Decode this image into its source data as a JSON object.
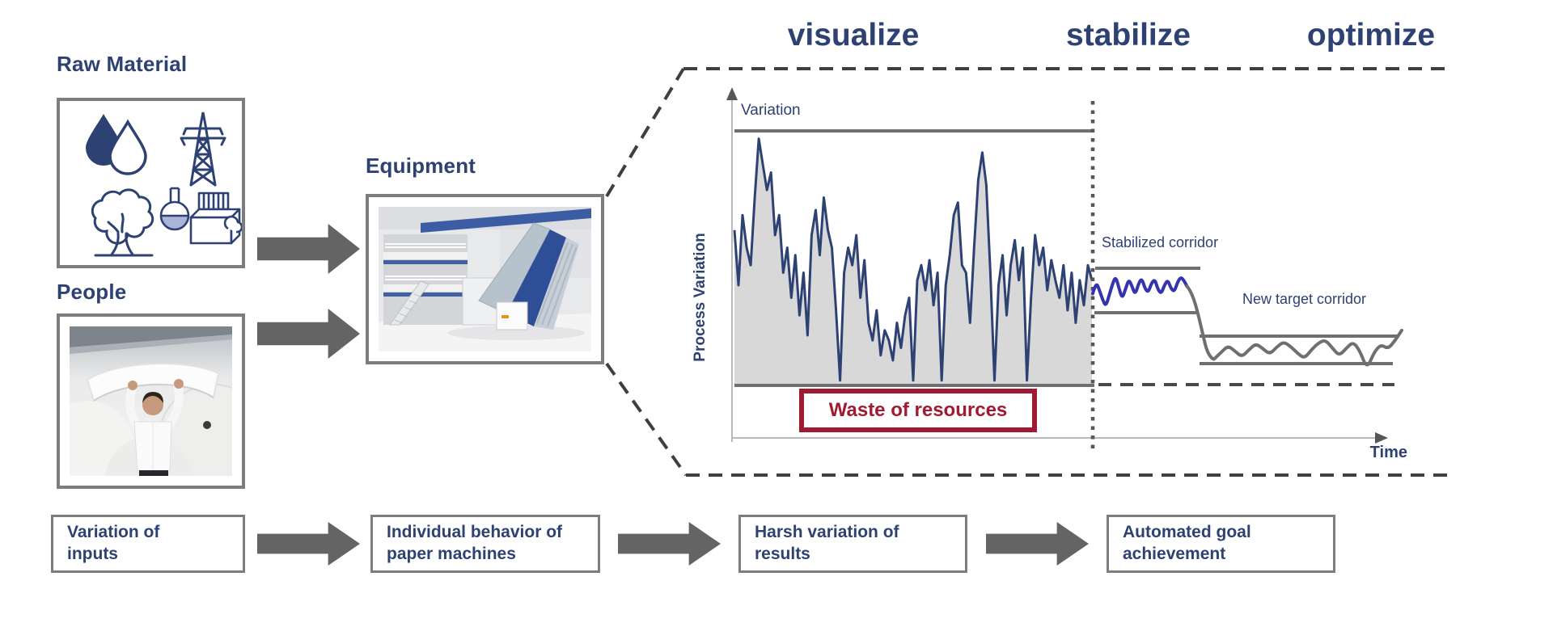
{
  "headings": {
    "raw_material": "Raw Material",
    "people": "People",
    "equipment": "Equipment"
  },
  "phases": [
    {
      "label": "visualize"
    },
    {
      "label": "stabilize"
    },
    {
      "label": "optimize"
    }
  ],
  "chart": {
    "y_axis_label": "Process Variation",
    "x_axis_label": "Time",
    "upper_bound_label": "Variation",
    "stabilized_corridor_label": "Stabilized corridor",
    "new_target_corridor_label": "New target corridor",
    "waste_box_label": "Waste of resources",
    "series": {
      "process_variation": [
        0.62,
        0.4,
        0.68,
        0.55,
        0.48,
        0.75,
        0.985,
        0.88,
        0.78,
        0.85,
        0.6,
        0.68,
        0.45,
        0.55,
        0.35,
        0.52,
        0.28,
        0.45,
        0.2,
        0.6,
        0.7,
        0.52,
        0.75,
        0.62,
        0.55,
        0.3,
        0.02,
        0.45,
        0.55,
        0.48,
        0.6,
        0.35,
        0.5,
        0.25,
        0.18,
        0.3,
        0.12,
        0.22,
        0.18,
        0.1,
        0.25,
        0.15,
        0.28,
        0.35,
        0.02,
        0.42,
        0.48,
        0.38,
        0.5,
        0.32,
        0.45,
        0.02,
        0.4,
        0.52,
        0.68,
        0.73,
        0.48,
        0.45,
        0.25,
        0.55,
        0.82,
        0.93,
        0.8,
        0.45,
        0.02,
        0.4,
        0.52,
        0.28,
        0.48,
        0.58,
        0.42,
        0.55,
        0.02,
        0.35,
        0.6,
        0.48,
        0.55,
        0.38,
        0.5,
        0.42,
        0.35,
        0.48,
        0.3,
        0.45,
        0.25,
        0.42,
        0.32,
        0.48,
        0.42
      ],
      "stabilized": [
        0.45,
        0.75,
        0.55,
        0.3,
        0.12,
        0.4,
        0.68,
        0.9,
        0.6,
        0.32,
        0.55,
        0.82,
        0.65,
        0.42,
        0.7,
        0.85,
        0.58,
        0.48,
        0.72,
        0.82,
        0.55,
        0.45,
        0.68,
        0.8,
        0.58,
        0.5,
        0.75,
        0.88,
        0.78,
        0.62
      ],
      "optimized": [
        0.2,
        0.45,
        0.7,
        0.5,
        0.28,
        0.55,
        0.78,
        0.6,
        0.38,
        0.65,
        0.85,
        0.68,
        0.42,
        0.22,
        0.55,
        0.8,
        0.92,
        0.62,
        0.32,
        0.6,
        0.85,
        0.5,
        -0.18,
        0.45,
        0.75,
        0.58,
        0.88,
        1.28
      ]
    }
  },
  "flow_steps": [
    {
      "label": "Variation of\ninputs"
    },
    {
      "label": "Individual behavior of\npaper machines"
    },
    {
      "label": "Harsh variation of\nresults"
    },
    {
      "label": "Automated goal\nachievement"
    }
  ],
  "icons": {
    "raw_material": [
      "water-drops",
      "power-pylon",
      "tree",
      "chemical-plant"
    ]
  },
  "colors": {
    "navy": "#2e4173",
    "wave_blue": "#3434ad",
    "dark_red": "#9e1b32",
    "line_grey": "#6f6f6f",
    "arrow_grey": "#646464",
    "fill_grey": "#d8d8d8"
  }
}
